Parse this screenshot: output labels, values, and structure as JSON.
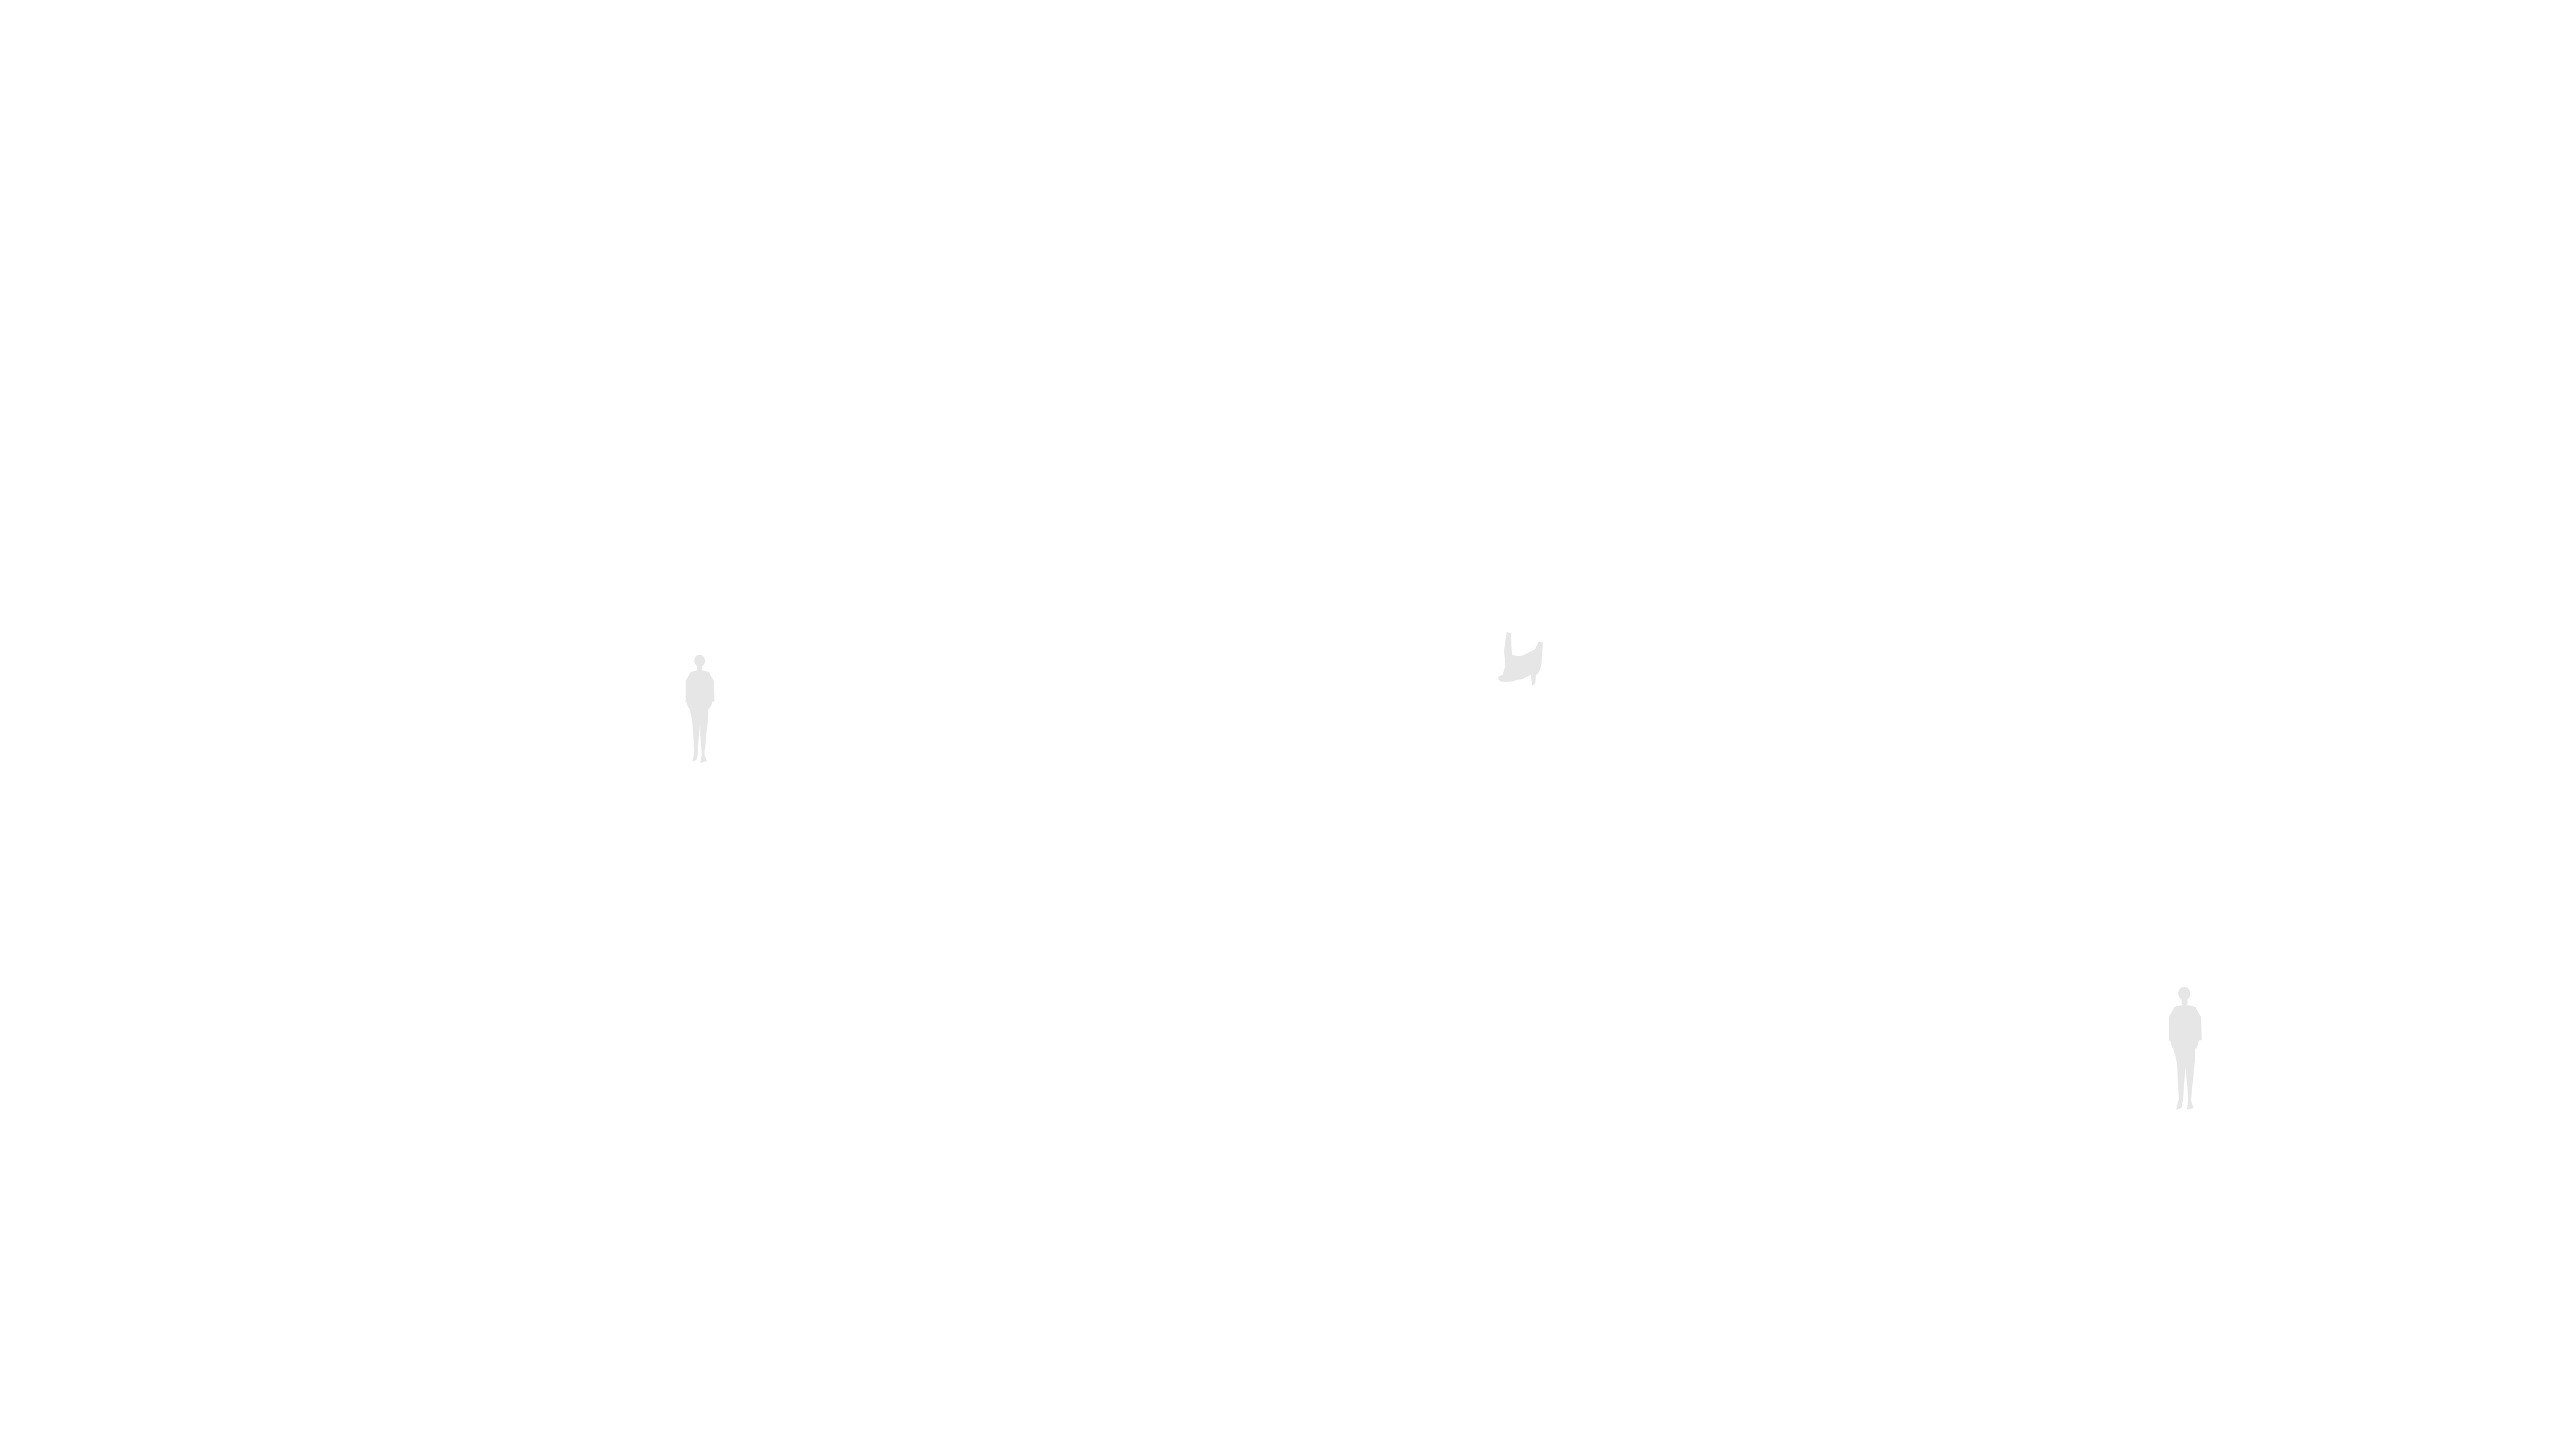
{
  "scene": {
    "background_color": "#ffffff",
    "figure_color": "#e6e6e6",
    "figures": [
      {
        "name": "person-silhouette-left",
        "icon": "walking-person-silhouette"
      },
      {
        "name": "legs-silhouette-center",
        "icon": "legs-silhouette"
      },
      {
        "name": "person-silhouette-right",
        "icon": "walking-person-silhouette"
      }
    ]
  }
}
